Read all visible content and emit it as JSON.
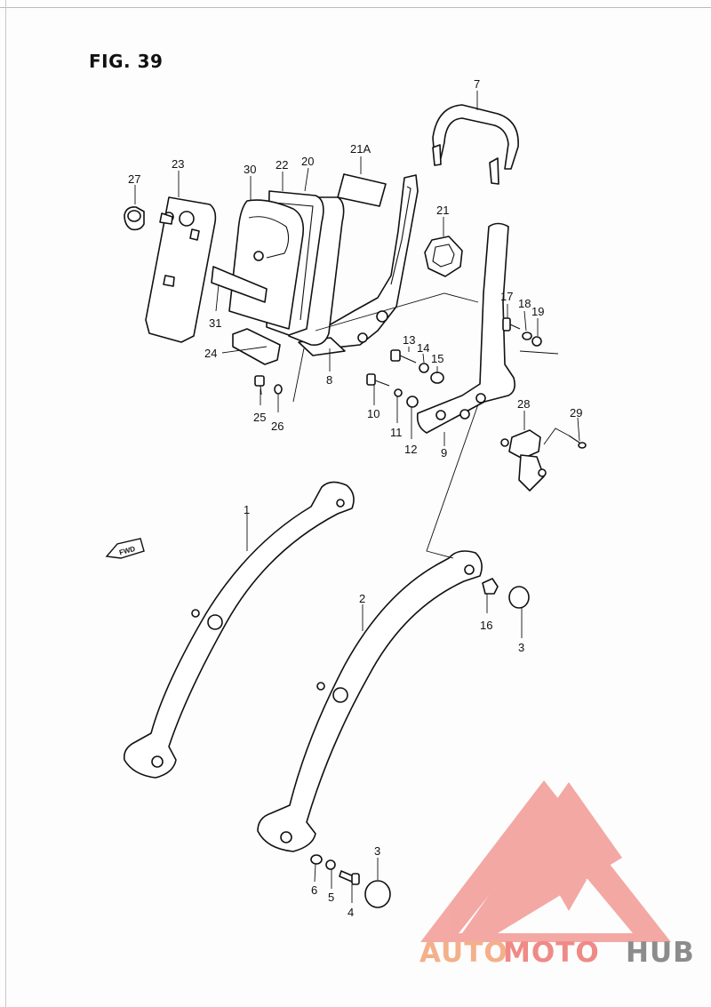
{
  "figure": {
    "title": "FIG. 39"
  },
  "fwd_label": "FWD",
  "callouts": [
    "27",
    "23",
    "30",
    "22",
    "20",
    "21A",
    "7",
    "21",
    "31",
    "24",
    "8",
    "25",
    "26",
    "17",
    "18",
    "19",
    "13",
    "14",
    "15",
    "10",
    "11",
    "12",
    "9",
    "28",
    "29",
    "1",
    "2",
    "16",
    "3",
    "6",
    "5",
    "4",
    "3"
  ],
  "logo": {
    "part1": "AUTO",
    "part2": "MOTO",
    "part3": "HUB",
    "colors": {
      "auto": "#f4b08a",
      "moto": "#ef8a86",
      "hub": "#8c8c8c",
      "triangle": "#f29a95"
    }
  }
}
